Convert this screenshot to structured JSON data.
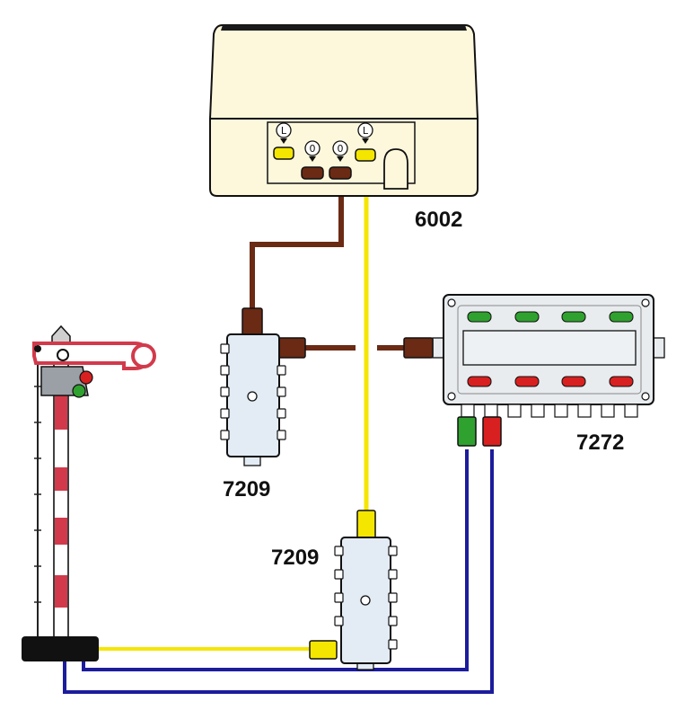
{
  "labels": {
    "transformer": "6002",
    "distributor_upper": "7209",
    "distributor_lower": "7209",
    "control_panel": "7272"
  },
  "transformer_terminals": [
    "L",
    "0",
    "0",
    "L"
  ],
  "colors": {
    "brown_wire": "#6b2a14",
    "yellow_wire": "#f5e600",
    "blue_wire": "#1c1c9c",
    "transformer_body": "#fdf8dc",
    "distributor_body": "#e3ecf4",
    "panel_body": "#e8ecef",
    "panel_green_button": "#2fa12f",
    "panel_red_button": "#d92020",
    "signal_red": "#d23a4b",
    "signal_base": "#111111"
  },
  "icons": {
    "transformer": "transformer-icon",
    "distributor": "distributor-block-icon",
    "control_panel": "switch-panel-icon",
    "signal": "semaphore-signal-icon"
  }
}
